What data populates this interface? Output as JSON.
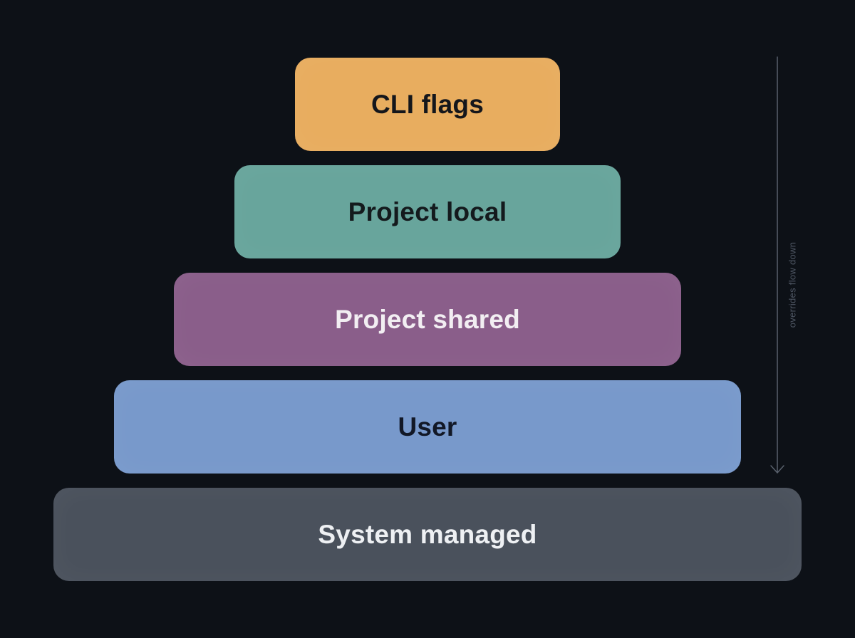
{
  "layers": [
    {
      "label": "CLI flags",
      "fill": "#e8ad5f",
      "text_color": "#14161b"
    },
    {
      "label": "Project local",
      "fill": "#68a59c",
      "text_color": "#141a1d"
    },
    {
      "label": "Project shared",
      "fill": "#8a5e8a",
      "text_color": "#f2eef2"
    },
    {
      "label": "User",
      "fill": "#7899cb",
      "text_color": "#121826"
    },
    {
      "label": "System managed",
      "fill": "#4a515c",
      "text_color": "#eef0f3"
    }
  ],
  "flow": {
    "caption": "overrides flow down",
    "color": "#59616d"
  },
  "colors": {
    "background": "#0d1117"
  }
}
